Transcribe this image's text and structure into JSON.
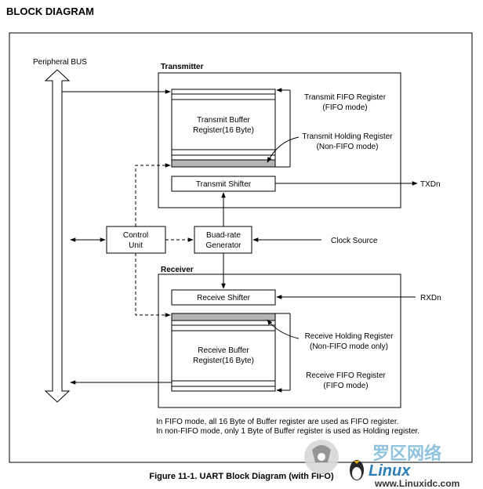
{
  "title": "BLOCK DIAGRAM",
  "caption": "Figure 11-1. UART Block Diagram (with FIFO)",
  "peripheral_bus": "Peripheral BUS",
  "transmitter": {
    "title": "Transmitter",
    "buffer_line1": "Transmit Buffer",
    "buffer_line2": "Register(16 Byte)",
    "fifo_reg_line1": "Transmit FIFO Register",
    "fifo_reg_line2": "(FIFO mode)",
    "holding_line1": "Transmit Holding Register",
    "holding_line2": "(Non-FIFO mode)",
    "shifter": "Transmit Shifter",
    "output": "TXDn"
  },
  "control_line1": "Control",
  "control_line2": "Unit",
  "baud_line1": "Buad-rate",
  "baud_line2": "Generator",
  "clock_source": "Clock Source",
  "receiver": {
    "title": "Receiver",
    "shifter": "Receive Shifter",
    "input": "RXDn",
    "holding_line1": "Receive Holding Register",
    "holding_line2": "(Non-FIFO mode only)",
    "buffer_line1": "Receive Buffer",
    "buffer_line2": "Register(16 Byte)",
    "fifo_reg_line1": "Receive FIFO Register",
    "fifo_reg_line2": "(FIFO mode)"
  },
  "notes": [
    "In FIFO mode, all 16 Byte of Buffer register are used as FIFO register.",
    "In non-FIFO mode, only 1 Byte of Buffer register is used as Holding register."
  ],
  "watermark": {
    "cn": "罗区网络",
    "en": "Linux",
    "url": "www.Linuxidc.com"
  },
  "colors": {
    "line": "#000000",
    "holding_fill": "#b4b4b4",
    "watermark_light": "#8fc3de",
    "watermark_dark": "#2d7fb5"
  }
}
